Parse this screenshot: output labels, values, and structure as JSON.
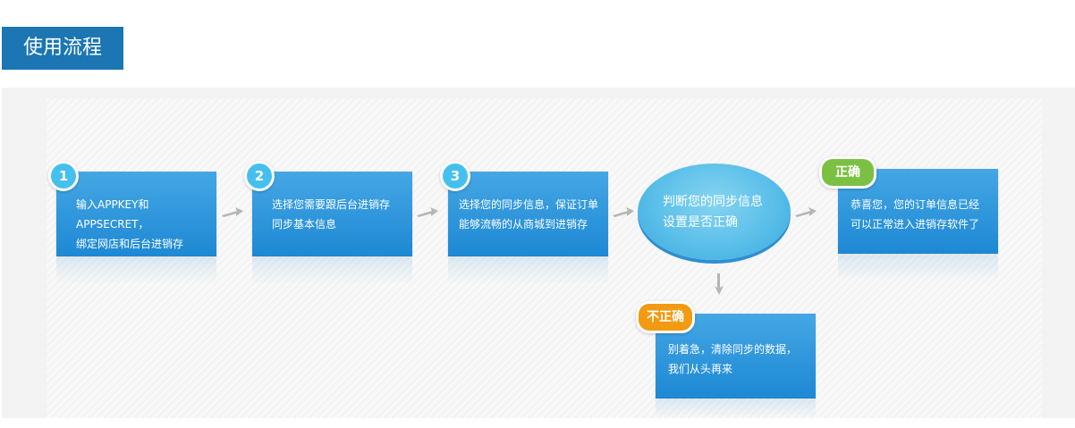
{
  "title": "使用流程",
  "steps": [
    {
      "number": "1",
      "text": "输入APPKEY和APPSECRET，\n绑定网店和后台进销存"
    },
    {
      "number": "2",
      "text": "选择您需要跟后台进销存\n同步基本信息"
    },
    {
      "number": "3",
      "text": "选择您的同步信息，保证订单\n能够流畅的从商城到进销存"
    }
  ],
  "decision": {
    "text": "判断您的同步信息\n设置是否正确"
  },
  "correct": {
    "badge": "正确",
    "text": "恭喜您，您的订单信息已经\n可以正常进入进销存软件了"
  },
  "incorrect": {
    "badge": "不正确",
    "text": "别着急，清除同步的数据，\n我们从头再来"
  },
  "colors": {
    "title_bg": "#1b76b3",
    "box": "#2b95dc",
    "number_circle": "#45c0ee",
    "decision": "#5abfe9",
    "correct_badge": "#7cc043",
    "incorrect_badge": "#f29a12",
    "arrow": "#b5b5b5"
  }
}
